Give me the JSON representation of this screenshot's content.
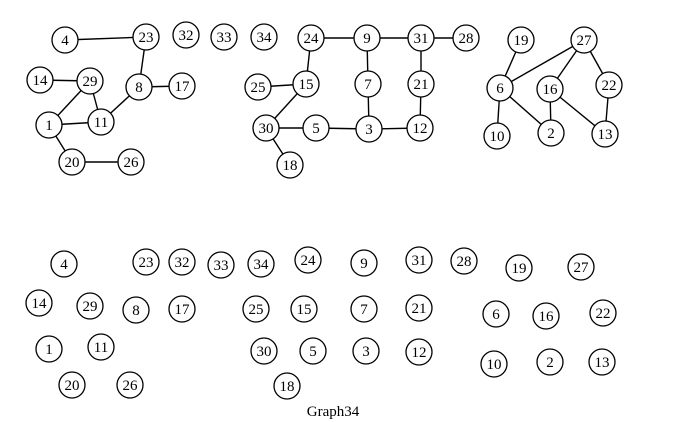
{
  "caption": "Graph34",
  "top_graph": {
    "nodes": [
      "4",
      "23",
      "32",
      "33",
      "34",
      "14",
      "29",
      "8",
      "17",
      "1",
      "11",
      "20",
      "26",
      "24",
      "9",
      "31",
      "28",
      "25",
      "15",
      "7",
      "21",
      "30",
      "5",
      "3",
      "12",
      "18",
      "19",
      "27",
      "6",
      "16",
      "22",
      "10",
      "2",
      "13"
    ],
    "edges": [
      [
        "4",
        "23"
      ],
      [
        "23",
        "8"
      ],
      [
        "8",
        "17"
      ],
      [
        "8",
        "11"
      ],
      [
        "14",
        "29"
      ],
      [
        "29",
        "1"
      ],
      [
        "29",
        "11"
      ],
      [
        "1",
        "11"
      ],
      [
        "1",
        "20"
      ],
      [
        "20",
        "26"
      ],
      [
        "24",
        "9"
      ],
      [
        "9",
        "31"
      ],
      [
        "31",
        "28"
      ],
      [
        "24",
        "15"
      ],
      [
        "25",
        "15"
      ],
      [
        "15",
        "30"
      ],
      [
        "9",
        "7"
      ],
      [
        "7",
        "3"
      ],
      [
        "31",
        "21"
      ],
      [
        "21",
        "12"
      ],
      [
        "30",
        "5"
      ],
      [
        "30",
        "18"
      ],
      [
        "5",
        "3"
      ],
      [
        "3",
        "12"
      ],
      [
        "19",
        "6"
      ],
      [
        "6",
        "27"
      ],
      [
        "27",
        "16"
      ],
      [
        "27",
        "22"
      ],
      [
        "6",
        "10"
      ],
      [
        "6",
        "2"
      ],
      [
        "16",
        "2"
      ],
      [
        "16",
        "13"
      ],
      [
        "22",
        "13"
      ]
    ]
  },
  "bottom_graph": {
    "nodes": [
      "4",
      "23",
      "32",
      "33",
      "34",
      "24",
      "9",
      "31",
      "28",
      "19",
      "27",
      "14",
      "29",
      "8",
      "17",
      "25",
      "15",
      "7",
      "21",
      "6",
      "16",
      "22",
      "1",
      "11",
      "30",
      "5",
      "3",
      "12",
      "10",
      "2",
      "13",
      "20",
      "26",
      "18"
    ]
  }
}
